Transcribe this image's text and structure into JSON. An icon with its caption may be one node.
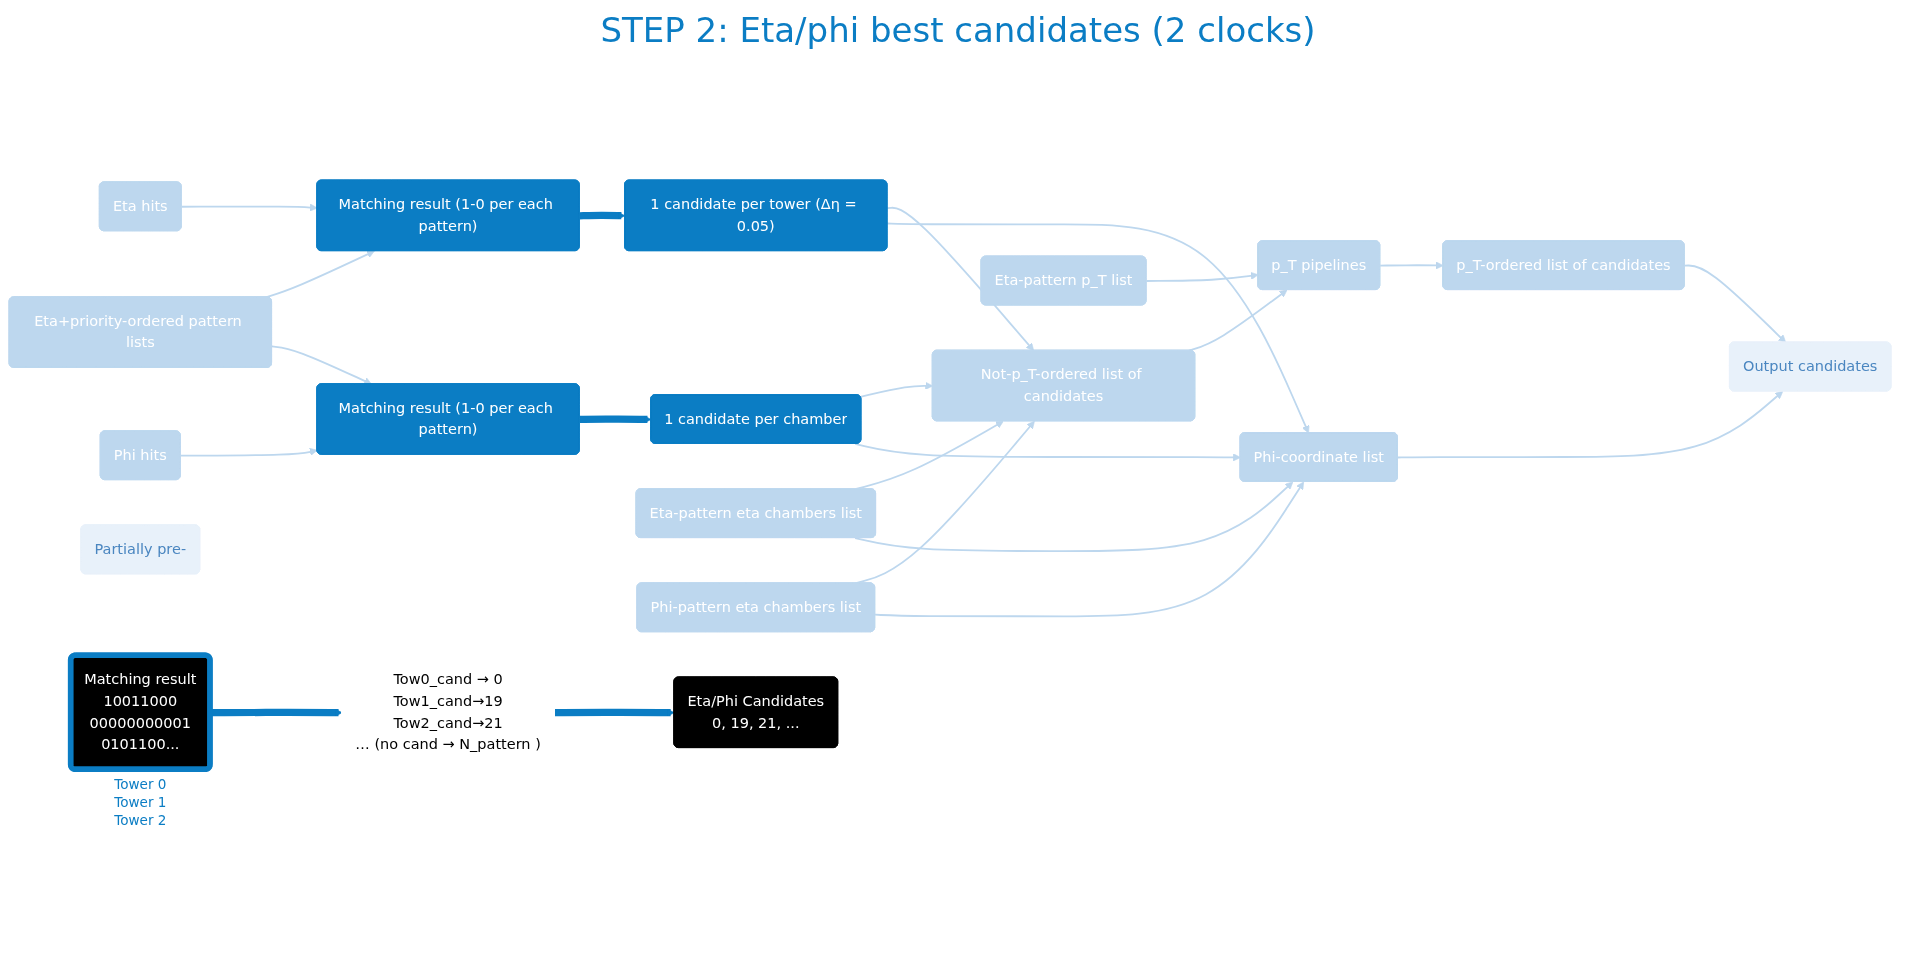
{
  "diagram": {
    "title": "STEP 2: Eta/phi best candidates (2 clocks)",
    "nodes": [
      {
        "text": [
          "Eta+priority-ordered pattern lists"
        ]
      },
      {
        "text": [
          "Eta hits"
        ]
      },
      {
        "text": [
          "Phi hits"
        ]
      },
      {
        "text": [
          "Matching result (1-0 per each pattern)"
        ]
      },
      {
        "text": [
          "Matching result (1-0 per each pattern)"
        ]
      },
      {
        "text": [
          "1 candidate per tower (Δη = 0.05)"
        ]
      },
      {
        "text": [
          "1 candidate per chamber"
        ]
      },
      {
        "text": [
          "Eta-pattern eta chambers list"
        ]
      },
      {
        "text": [
          "Phi-pattern eta chambers list"
        ]
      },
      {
        "text": [
          "Not-p_T-ordered list of candidates"
        ]
      },
      {
        "text": [
          "Phi-coordinate list"
        ]
      },
      {
        "text": [
          "p_T pipelines"
        ]
      },
      {
        "text": [
          "p_T-ordered list of candidates"
        ]
      },
      {
        "text": [
          "Eta-pattern p_T list"
        ]
      },
      {
        "text": [
          "Partially pre-"
        ]
      },
      {
        "text": [
          "Output candidates"
        ]
      },
      {
        "text": [
          "Matching result",
          "10011000",
          "00000000001",
          "0101100..."
        ],
        "beside": [
          "Tower 0",
          "Tower 1",
          "Tower 2"
        ]
      },
      {
        "text": [
          "Tow0_cand → 0",
          "Tow1_cand→19",
          "Tow2_cand→21",
          "… (no cand → N_pattern )"
        ]
      },
      {
        "text": [
          "Eta/Phi Candidates",
          "0, 19, 21, ..."
        ]
      }
    ],
    "edges": [
      {
        "from": 1,
        "to": 3,
        "arrow": "to"
      },
      {
        "from": 0,
        "to": 3,
        "arrow": "to"
      },
      {
        "from": 2,
        "to": 4,
        "arrow": "to"
      },
      {
        "from": 0,
        "to": 4,
        "arrow": "to"
      },
      {
        "from": 3,
        "to": 5,
        "arrow": "to",
        "style": "thick",
        "color": "#0b7dc4"
      },
      {
        "from": 4,
        "to": 6,
        "arrow": "to",
        "style": "thick",
        "color": "#0b7dc4"
      },
      {
        "from": 5,
        "to": 9,
        "arrow": "to"
      },
      {
        "from": 5,
        "to": 10,
        "arrow": "to"
      },
      {
        "from": 6,
        "to": 9,
        "arrow": "to"
      },
      {
        "from": 6,
        "to": 10,
        "arrow": "to"
      },
      {
        "from": 7,
        "to": 9,
        "arrow": "to"
      },
      {
        "from": 7,
        "to": 10,
        "arrow": "to"
      },
      {
        "from": 8,
        "to": 9,
        "arrow": "to"
      },
      {
        "from": 8,
        "to": 10,
        "arrow": "to"
      },
      {
        "from": 9,
        "to": 11,
        "arrow": "to"
      },
      {
        "from": 13,
        "to": 11,
        "arrow": "to"
      },
      {
        "from": 11,
        "to": 12,
        "arrow": "to"
      },
      {
        "from": 12,
        "to": 15,
        "arrow": "to"
      },
      {
        "from": 10,
        "to": 15,
        "arrow": "to"
      },
      {
        "from": 16,
        "to": 17,
        "arrow": "to",
        "style": "thick",
        "color": "#0b7dc4"
      },
      {
        "from": 17,
        "to": 18,
        "arrow": "to",
        "style": "thick",
        "color": "#0b7dc4"
      }
    ]
  }
}
